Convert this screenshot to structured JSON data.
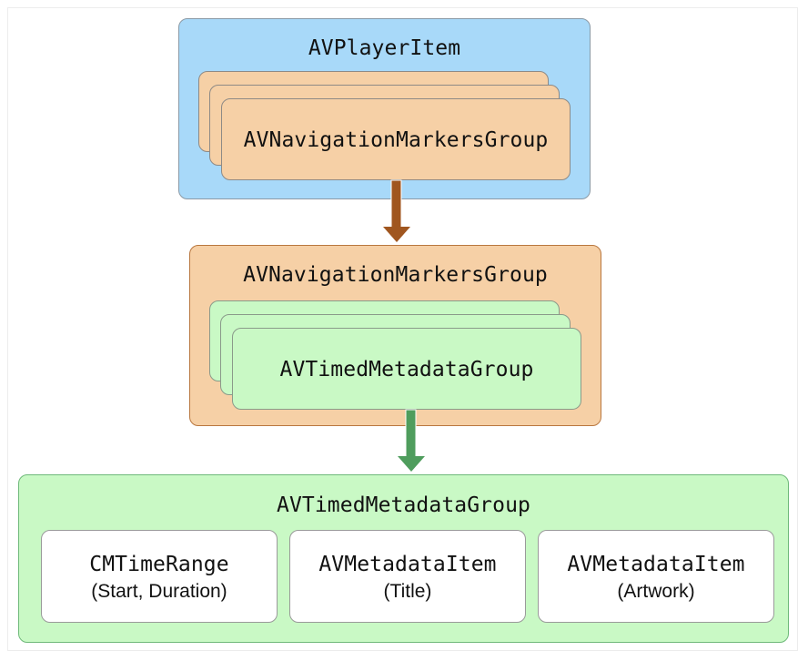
{
  "diagram": {
    "player_item": {
      "title": "AVPlayerItem",
      "contains": {
        "label": "AVNavigationMarkersGroup",
        "stack_count": 3
      },
      "color": "#a8d9f9"
    },
    "arrow_1": {
      "from": "AVNavigationMarkersGroup",
      "to": "AVNavigationMarkersGroup",
      "color": "#a0561f"
    },
    "navigation_markers_group": {
      "title": "AVNavigationMarkersGroup",
      "contains": {
        "label": "AVTimedMetadataGroup",
        "stack_count": 3
      },
      "color": "#f6d0a6"
    },
    "arrow_2": {
      "from": "AVTimedMetadataGroup",
      "to": "AVTimedMetadataGroup",
      "color": "#4f9d5d"
    },
    "timed_metadata_group": {
      "title": "AVTimedMetadataGroup",
      "color": "#c9f9c5",
      "items": [
        {
          "name": "CMTimeRange",
          "detail": "(Start, Duration)"
        },
        {
          "name": "AVMetadataItem",
          "detail": "(Title)"
        },
        {
          "name": "AVMetadataItem",
          "detail": "(Artwork)"
        }
      ]
    }
  }
}
